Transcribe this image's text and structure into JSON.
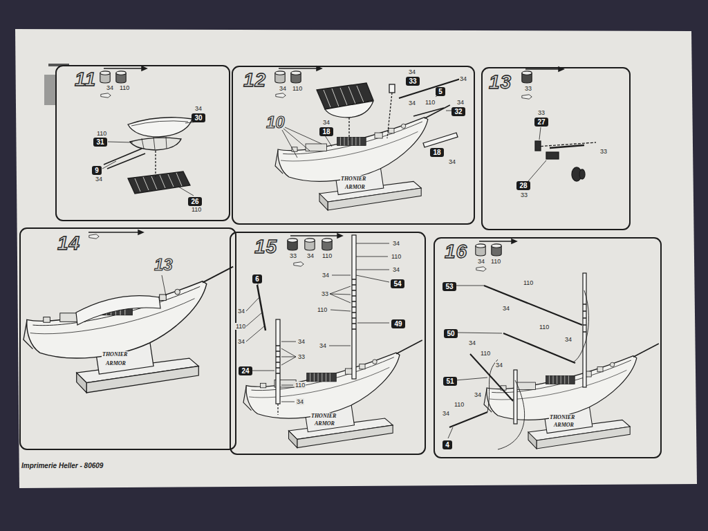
{
  "diagram": {
    "nodes": [
      {
        "text": [
          "11"
        ]
      },
      {
        "text": [
          "30"
        ],
        "in": 0
      },
      {
        "text": [
          "31"
        ],
        "in": 0
      },
      {
        "text": [
          "9"
        ],
        "in": 0
      },
      {
        "text": [
          "26"
        ],
        "in": 0
      },
      {
        "text": [
          "12"
        ]
      },
      {
        "text": [
          "33"
        ],
        "in": 5
      },
      {
        "text": [
          "5"
        ],
        "in": 5
      },
      {
        "text": [
          "32"
        ],
        "in": 5
      },
      {
        "text": [
          "18"
        ],
        "in": 5
      },
      {
        "text": [
          "18"
        ],
        "in": 5
      },
      {
        "text": [
          "13"
        ]
      },
      {
        "text": [
          "27"
        ],
        "in": 11
      },
      {
        "text": [
          "28"
        ],
        "in": 11
      },
      {
        "text": [
          "14"
        ]
      },
      {
        "text": [
          "15"
        ]
      },
      {
        "text": [
          "6"
        ],
        "in": 15
      },
      {
        "text": [
          "54"
        ],
        "in": 15
      },
      {
        "text": [
          "49"
        ],
        "in": 15
      },
      {
        "text": [
          "24"
        ],
        "in": 15
      },
      {
        "text": [
          "16"
        ]
      },
      {
        "text": [
          "53"
        ],
        "in": 20
      },
      {
        "text": [
          "50"
        ],
        "in": 20
      },
      {
        "text": [
          "51"
        ],
        "in": 20
      },
      {
        "text": [
          "4"
        ],
        "in": 20
      }
    ],
    "labels": [
      "34",
      "110",
      "34",
      "110",
      "34",
      "110",
      "34",
      "110",
      "34",
      "34",
      "34",
      "110",
      "34",
      "10",
      "34",
      "34",
      "THONIER",
      "ARMOR",
      "33",
      "33",
      "33",
      "33",
      "13",
      "THONIER",
      "ARMOR",
      "33",
      "34",
      "110",
      "34",
      "110",
      "34",
      "34",
      "110",
      "34",
      "34",
      "33",
      "110",
      "34",
      "34",
      "33",
      "110",
      "34",
      "THONIER",
      "ARMOR",
      "34",
      "110",
      "110",
      "34",
      "110",
      "34",
      "34",
      "110",
      "34",
      "34",
      "110",
      "34",
      "THONIER",
      "ARMOR",
      "Imprimerie Heller - 80609"
    ]
  }
}
